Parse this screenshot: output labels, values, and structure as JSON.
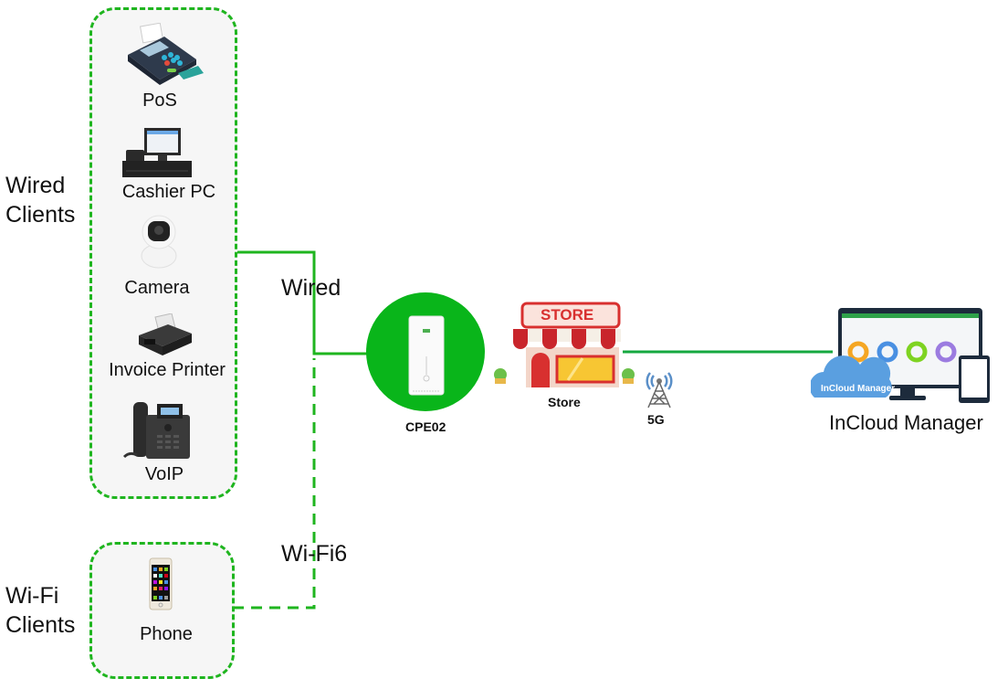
{
  "groups": {
    "wired": {
      "title_line1": "Wired",
      "title_line2": "Clients",
      "devices": [
        {
          "label": "PoS",
          "icon": "pos-terminal-icon"
        },
        {
          "label": "Cashier PC",
          "icon": "cash-register-icon"
        },
        {
          "label": "Camera",
          "icon": "security-camera-icon"
        },
        {
          "label": "Invoice Printer",
          "icon": "receipt-printer-icon"
        },
        {
          "label": "VoIP",
          "icon": "ip-phone-icon"
        }
      ]
    },
    "wifi": {
      "title_line1": "Wi-Fi",
      "title_line2": "Clients",
      "devices": [
        {
          "label": "Phone",
          "icon": "smartphone-icon"
        }
      ]
    }
  },
  "links": {
    "wired_label": "Wired",
    "wifi_label": "Wi-Fi6",
    "cellular_label": "5G"
  },
  "nodes": {
    "cpe": {
      "label": "CPE02",
      "icon": "cpe-router-icon"
    },
    "store": {
      "label": "Store",
      "sign_text": "STORE",
      "icon": "storefront-icon"
    },
    "cloud": {
      "label": "InCloud Manager",
      "badge_text": "InCloud Manager",
      "icon": "cloud-dashboard-icon"
    }
  },
  "colors": {
    "link_green": "#1fb51f",
    "cpe_circle": "#09b51a",
    "store_red": "#d8302f",
    "cloud_blue": "#5a9fe0",
    "line_solid": "#15a840"
  }
}
